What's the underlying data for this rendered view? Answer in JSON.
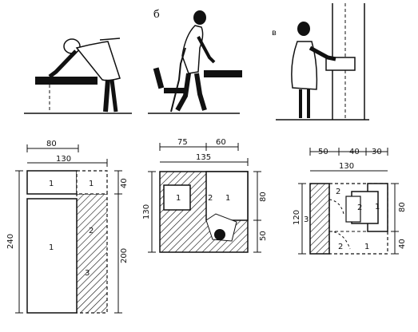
{
  "figure_letters": {
    "b": "б",
    "c": "в"
  },
  "plan_a": {
    "dims_top": [
      "80",
      "130"
    ],
    "dims_left": [
      "240"
    ],
    "dims_right": [
      "40",
      "200"
    ],
    "zones": [
      "1",
      "1",
      "1",
      "2",
      "3"
    ]
  },
  "plan_b": {
    "dims_top": [
      "75",
      "60",
      "135"
    ],
    "dims_left": [
      "130"
    ],
    "dims_right": [
      "80",
      "50"
    ],
    "zones": [
      "1",
      "2",
      "1"
    ]
  },
  "plan_c": {
    "dims_top": [
      "50",
      "40",
      "30",
      "130"
    ],
    "dims_left": [
      "120"
    ],
    "dims_right": [
      "80",
      "40"
    ],
    "zones": [
      "3",
      "2",
      "2",
      "1",
      "2",
      "1"
    ]
  },
  "colors": {
    "ink": "#111111",
    "background": "#ffffff"
  }
}
